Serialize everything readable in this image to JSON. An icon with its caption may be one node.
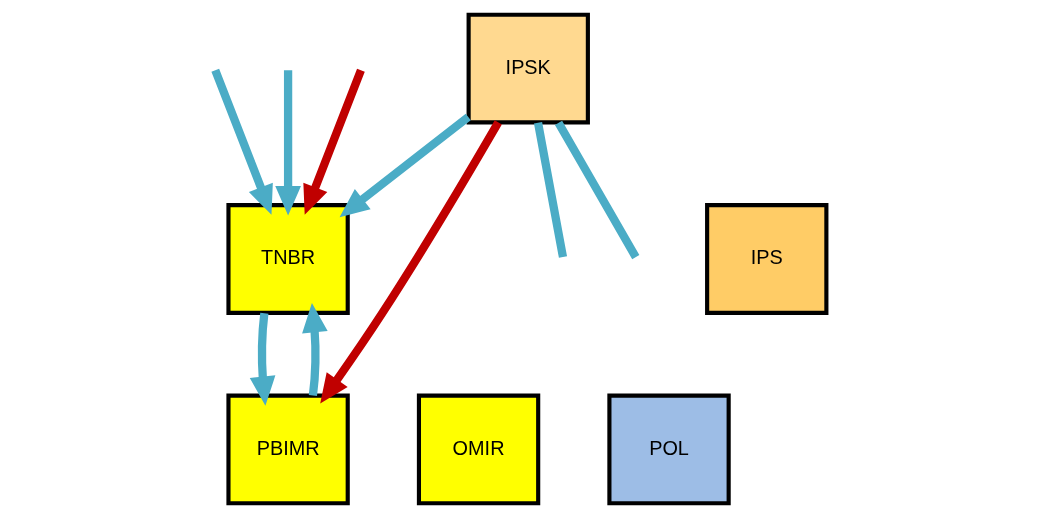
{
  "diagram": {
    "nodes": [
      {
        "text": [
          "IPSK"
        ]
      },
      {
        "text": [
          "TNBR"
        ]
      },
      {
        "text": [
          "IPS"
        ]
      },
      {
        "text": [
          "PBIMR"
        ]
      },
      {
        "text": [
          "OMIR"
        ]
      },
      {
        "text": [
          "POL"
        ]
      }
    ],
    "edges": [
      {
        "from": 0,
        "to": null,
        "arrow": "none"
      },
      {
        "from": 0,
        "to": null,
        "arrow": "none"
      },
      {
        "from": 0,
        "to": 1,
        "arrow": "to"
      },
      {
        "from": 0,
        "to": 3,
        "arrow": "to",
        "color": "#c00000"
      },
      {
        "from": null,
        "to": 1,
        "arrow": "to",
        "color": "#c00000"
      },
      {
        "from": null,
        "to": 1,
        "arrow": "to"
      },
      {
        "from": null,
        "to": 1,
        "arrow": "to"
      },
      {
        "from": 3,
        "to": 1,
        "arrow": "to"
      },
      {
        "from": 1,
        "to": 3,
        "arrow": "to"
      }
    ]
  }
}
